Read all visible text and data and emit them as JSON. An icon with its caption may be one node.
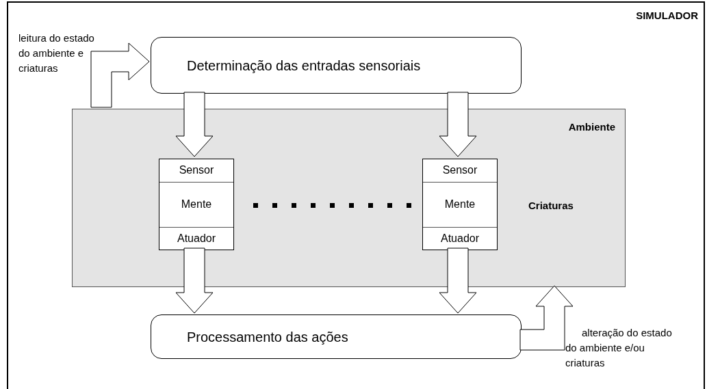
{
  "diagram": {
    "nodes": [
      {
        "text": [
          "SIMULADOR"
        ]
      },
      {
        "text": [
          "Determinação das entradas sensoriais"
        ],
        "in": 0
      },
      {
        "text": [
          "Ambiente",
          "Criaturas"
        ],
        "in": 0
      },
      {
        "text": [
          "Sensor",
          "Mente",
          "Atuador"
        ],
        "in": 2
      },
      {
        "text": [
          "Sensor",
          "Mente",
          "Atuador"
        ],
        "in": 2
      },
      {
        "text": [
          "Processamento das ações"
        ],
        "in": 0
      }
    ],
    "edges": [
      {
        "from": 2,
        "to": 1,
        "arrow": "to",
        "label": "leitura do estado do ambiente e criaturas"
      },
      {
        "from": 1,
        "to": 3,
        "arrow": "to"
      },
      {
        "from": 1,
        "to": 4,
        "arrow": "to"
      },
      {
        "from": 3,
        "to": 5,
        "arrow": "to"
      },
      {
        "from": 4,
        "to": 5,
        "arrow": "to"
      },
      {
        "from": 5,
        "to": 2,
        "arrow": "to",
        "label": "alteração do estado do ambiente e/ou criaturas"
      }
    ]
  }
}
